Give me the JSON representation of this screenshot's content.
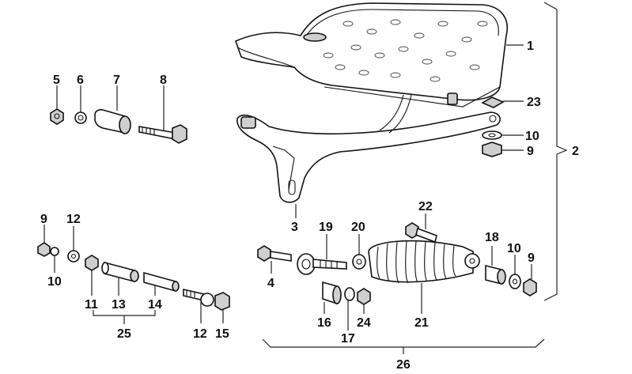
{
  "diagram": {
    "callouts": {
      "p1": "1",
      "p2": "2",
      "p3": "3",
      "p4": "4",
      "p5": "5",
      "p6": "6",
      "p7": "7",
      "p8": "8",
      "p9a": "9",
      "p9b": "9",
      "p9c": "9",
      "p10a": "10",
      "p10b": "10",
      "p10c": "10",
      "p11": "11",
      "p12a": "12",
      "p12b": "12",
      "p13": "13",
      "p14": "14",
      "p15": "15",
      "p16": "16",
      "p17": "17",
      "p18": "18",
      "p19": "19",
      "p20": "20",
      "p21": "21",
      "p22": "22",
      "p23": "23",
      "p24": "24",
      "p25": "25",
      "p26": "26"
    }
  }
}
